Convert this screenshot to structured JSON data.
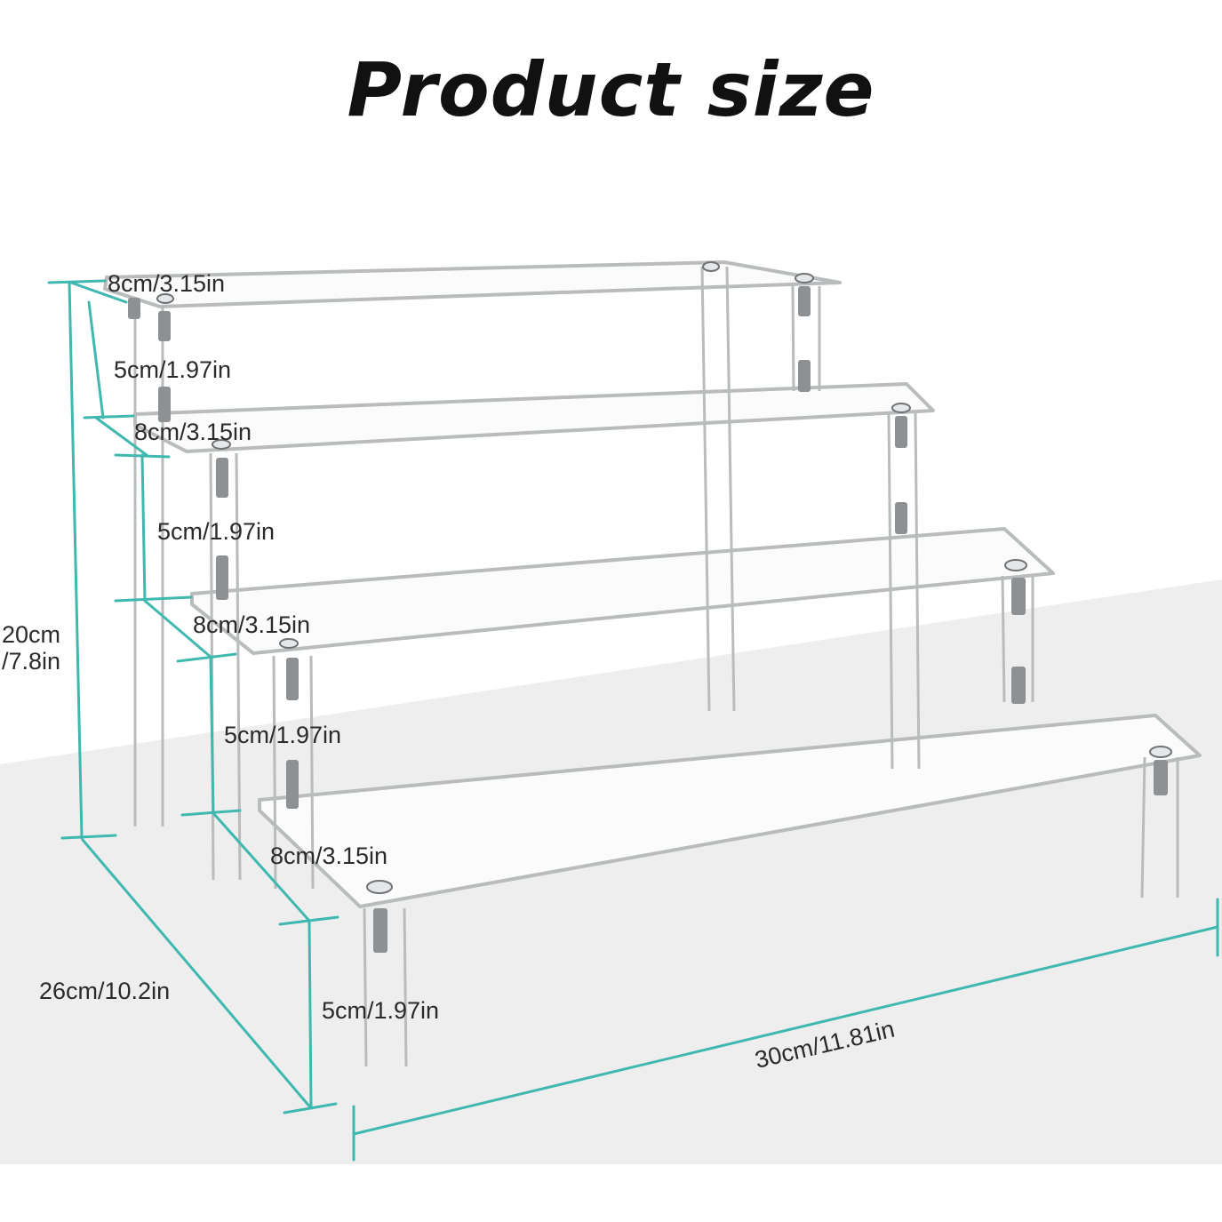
{
  "title": "Product size",
  "colors": {
    "dimension_line": "#3fb8b0",
    "acrylic_edge": "#b9bcbd",
    "floor": "#eeeeee",
    "text": "#2a2a2a"
  },
  "dimensions": {
    "tier_depth": "8cm/3.15in",
    "tier_spacing": "5cm/1.97in",
    "total_height_line1": "20cm",
    "total_height_line2": "/7.8in",
    "total_depth": "26cm/10.2in",
    "total_width": "30cm/11.81in"
  }
}
